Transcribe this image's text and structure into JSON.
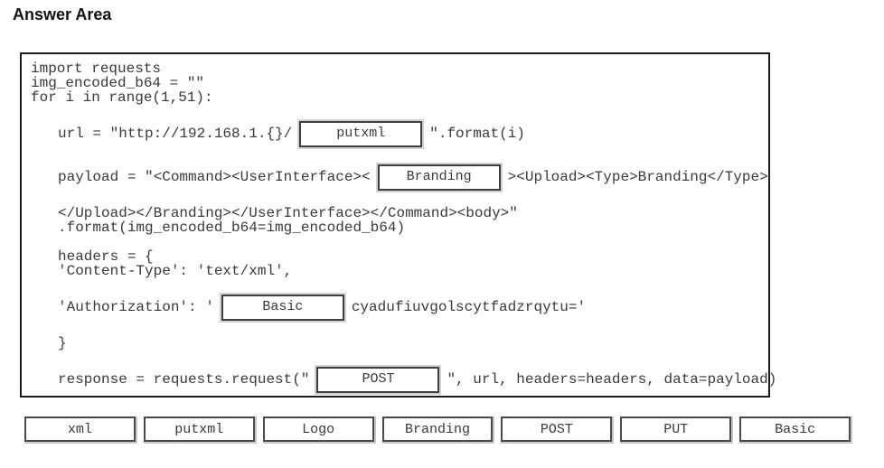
{
  "page": {
    "title": "Answer Area"
  },
  "colors": {
    "background": "#ffffff",
    "code_text": "#3a3a3a",
    "box_border": "#1c1c1c",
    "slot_border": "#3d3d3d"
  },
  "code": {
    "lines": [
      {
        "indent": false,
        "segments": [
          {
            "type": "text",
            "value": "import requests"
          }
        ]
      },
      {
        "indent": false,
        "segments": [
          {
            "type": "text",
            "value": "img_encoded_b64 = \"\""
          }
        ]
      },
      {
        "indent": false,
        "segments": [
          {
            "type": "text",
            "value": "for i in range(1,51):"
          }
        ]
      },
      {
        "blank": true
      },
      {
        "indent": true,
        "segments": [
          {
            "type": "text",
            "value": "url = \"http://192.168.1.{}/"
          },
          {
            "type": "slot",
            "value": "putxml",
            "name": "url-endpoint-slot"
          },
          {
            "type": "text",
            "value": "\".format(i)"
          }
        ]
      },
      {
        "blank": true
      },
      {
        "indent": true,
        "segments": [
          {
            "type": "text",
            "value": "payload = \"<Command><UserInterface><"
          },
          {
            "type": "slot",
            "value": "Branding",
            "name": "payload-element-slot"
          },
          {
            "type": "text",
            "value": "><Upload><Type>Branding</Type>"
          }
        ]
      },
      {
        "blank": true
      },
      {
        "indent": true,
        "segments": [
          {
            "type": "text",
            "value": "</Upload></Branding></UserInterface></Command><body>\""
          }
        ]
      },
      {
        "indent": true,
        "segments": [
          {
            "type": "text",
            "value": ".format(img_encoded_b64=img_encoded_b64)"
          }
        ]
      },
      {
        "blank": true
      },
      {
        "indent": true,
        "segments": [
          {
            "type": "text",
            "value": "headers = {"
          }
        ]
      },
      {
        "indent": true,
        "segments": [
          {
            "type": "text",
            "value": "'Content-Type': 'text/xml',"
          }
        ]
      },
      {
        "blank": true
      },
      {
        "indent": true,
        "segments": [
          {
            "type": "text",
            "value": "'Authorization': '"
          },
          {
            "type": "slot",
            "value": "Basic",
            "name": "auth-scheme-slot"
          },
          {
            "type": "text",
            "value": "cyadufiuvgolscytfadzrqytu='"
          }
        ]
      },
      {
        "blank": true
      },
      {
        "indent": true,
        "segments": [
          {
            "type": "text",
            "value": "}"
          }
        ]
      },
      {
        "blank": true
      },
      {
        "indent": true,
        "segments": [
          {
            "type": "text",
            "value": "response = requests.request(\""
          },
          {
            "type": "slot",
            "value": "POST",
            "name": "http-method-slot"
          },
          {
            "type": "text",
            "value": "\", url, headers=headers, data=payload)"
          }
        ]
      }
    ]
  },
  "options": [
    {
      "label": "xml"
    },
    {
      "label": "putxml"
    },
    {
      "label": "Logo"
    },
    {
      "label": "Branding"
    },
    {
      "label": "POST"
    },
    {
      "label": "PUT"
    },
    {
      "label": "Basic"
    }
  ]
}
